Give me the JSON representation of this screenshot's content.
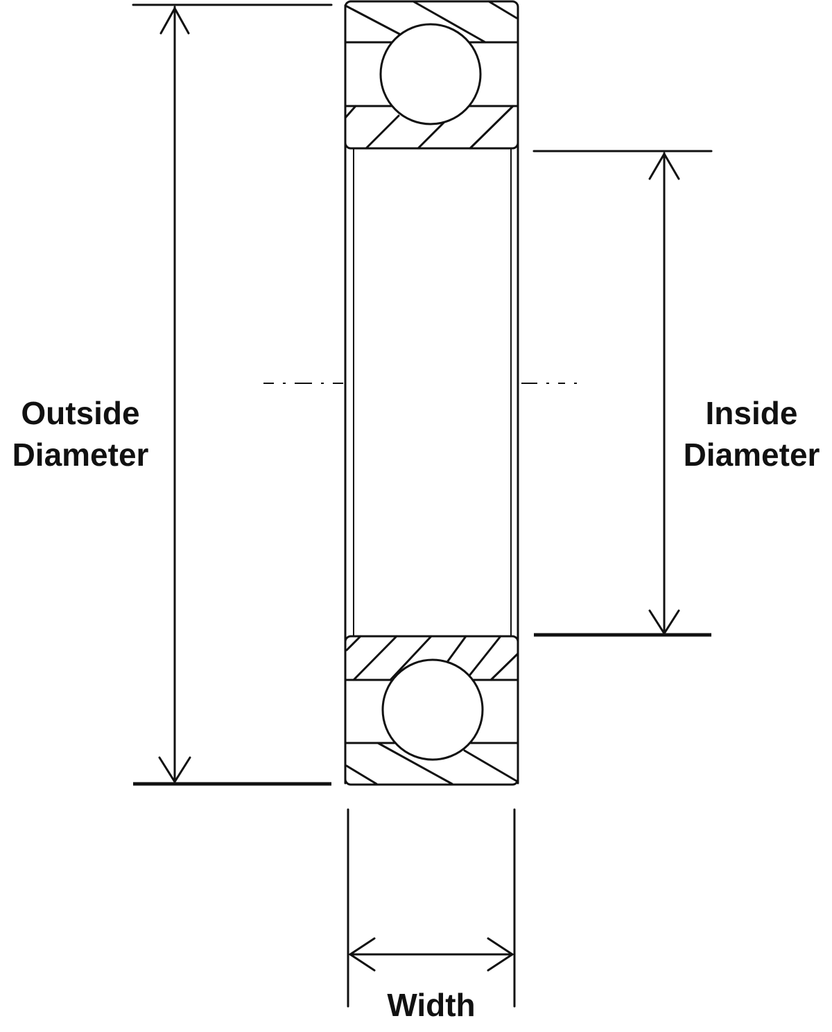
{
  "labels": {
    "outside_line1": "Outside",
    "outside_line2": "Diameter",
    "inside_line1": "Inside",
    "inside_line2": "Diameter",
    "width": "Width"
  },
  "colors": {
    "line": "#111111",
    "background": "#ffffff"
  }
}
